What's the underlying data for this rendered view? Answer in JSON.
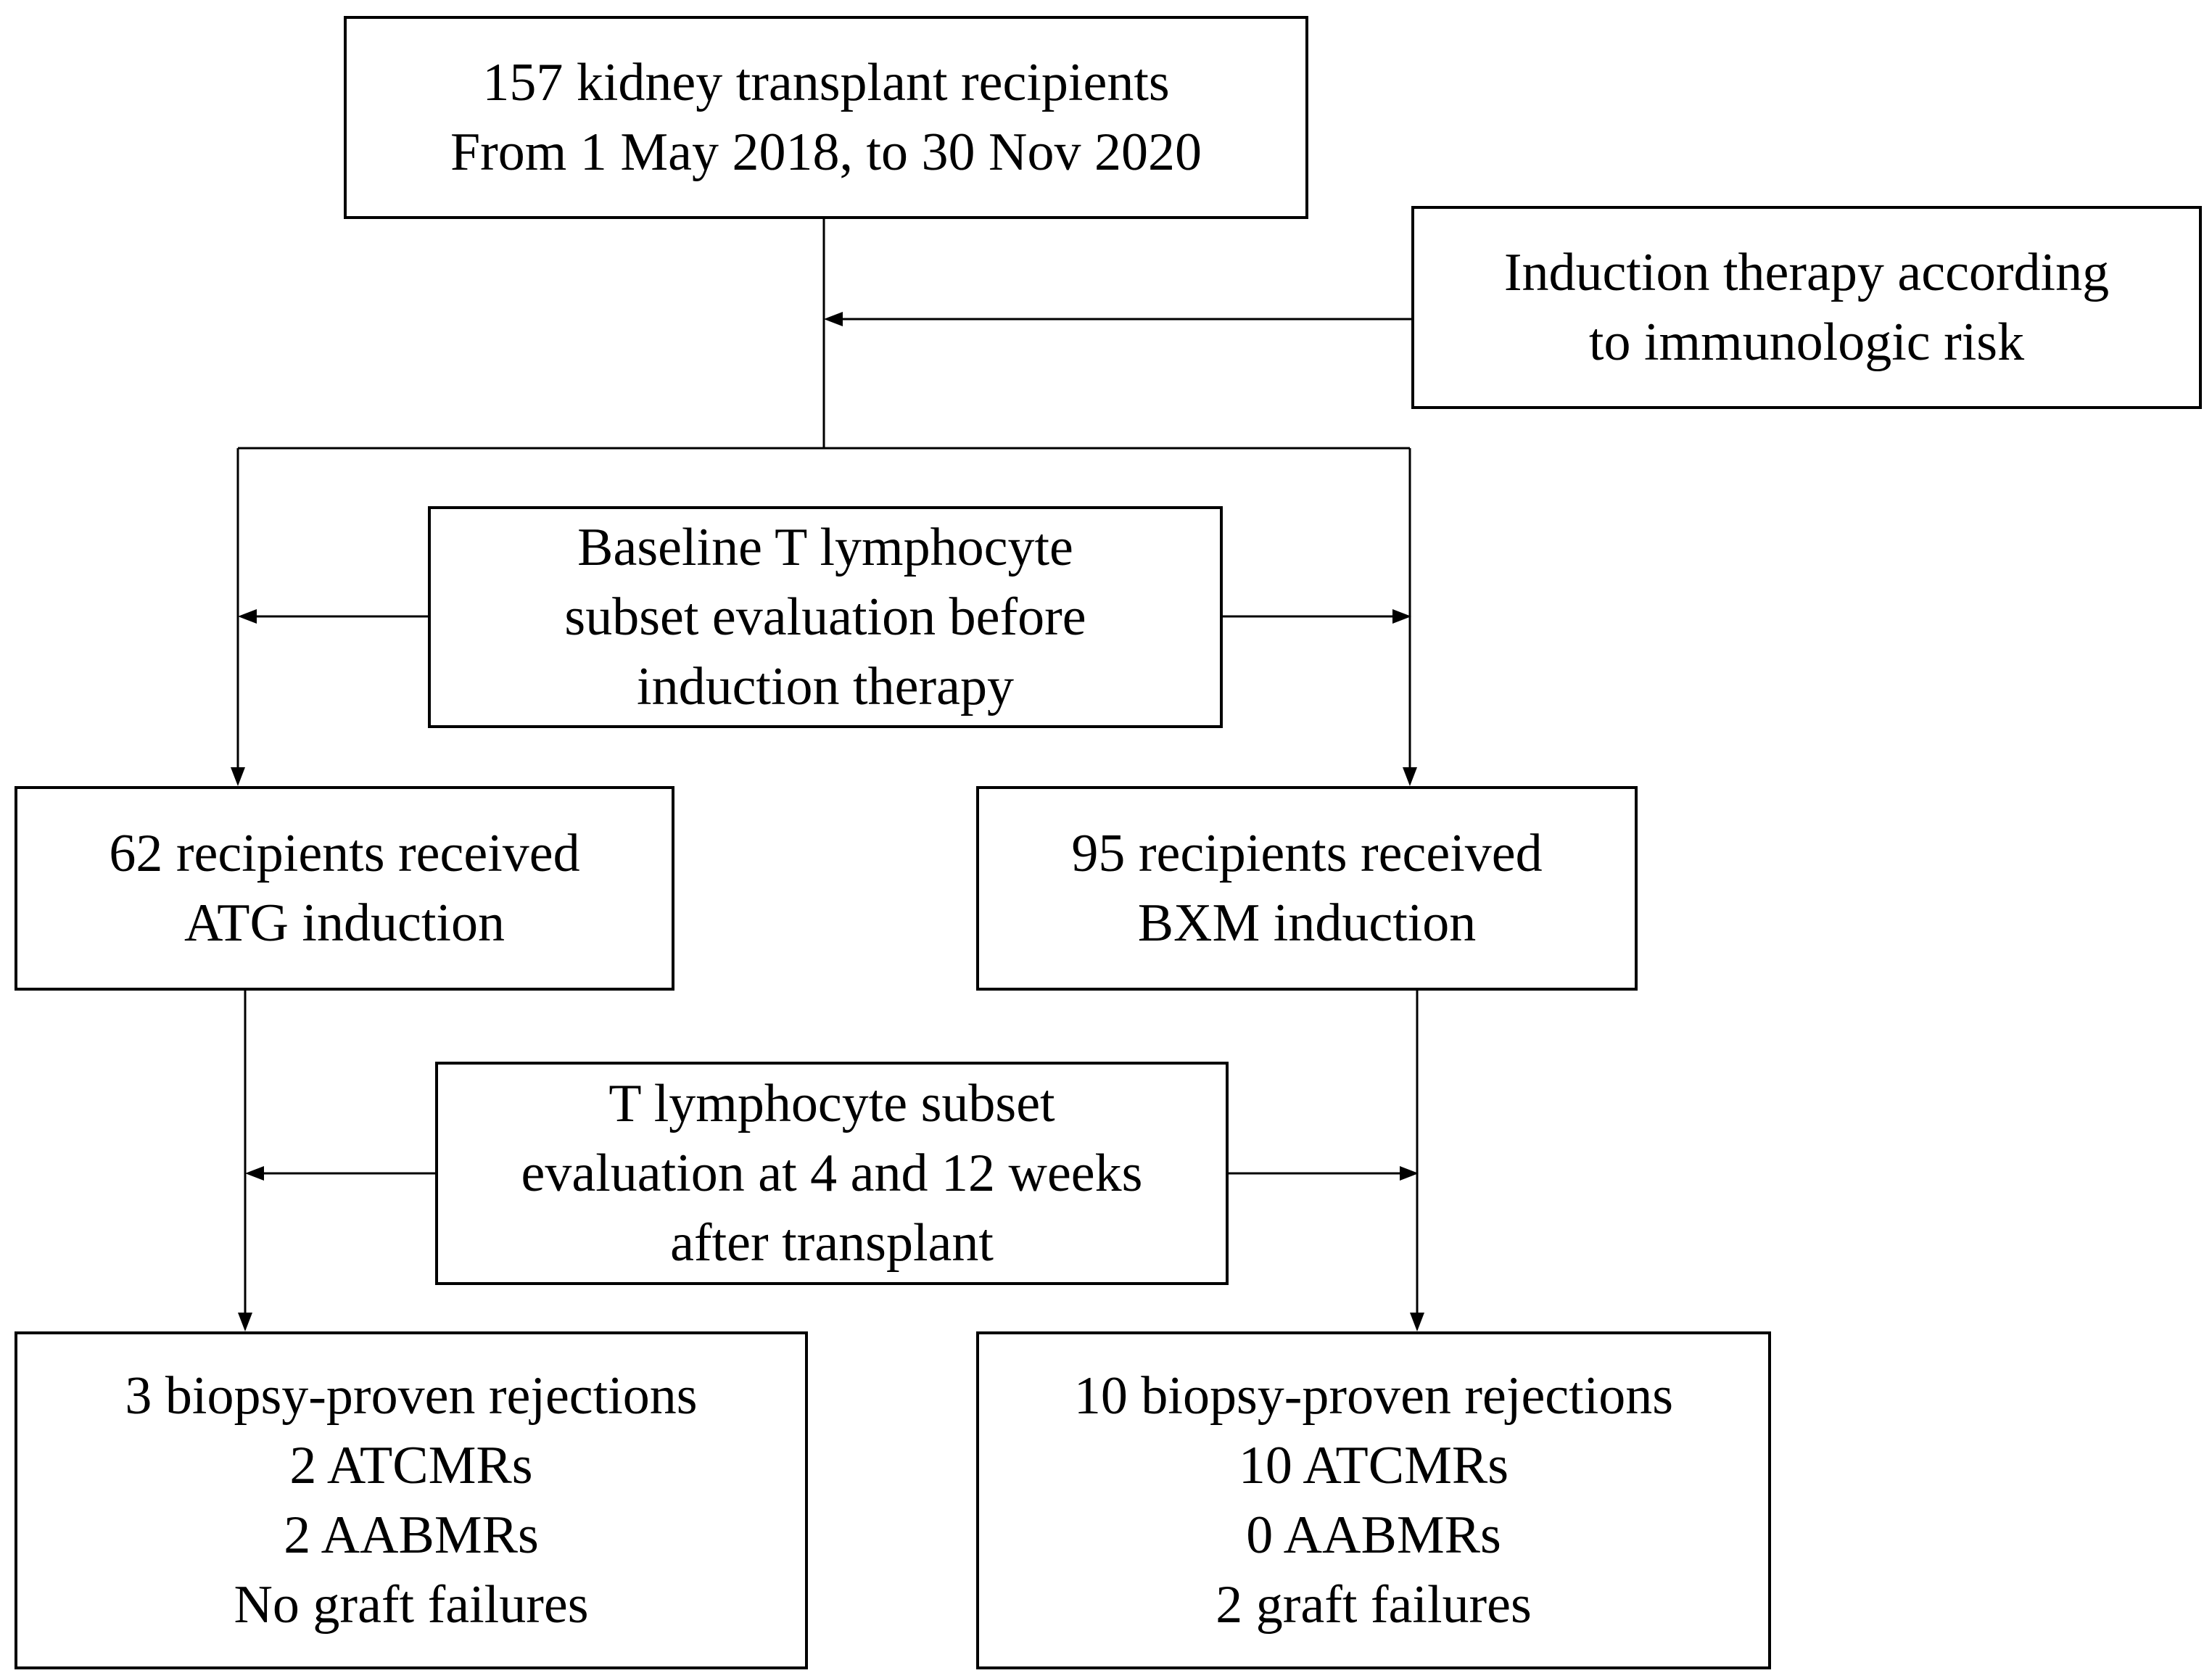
{
  "boxes": {
    "recipients_total": {
      "lines": [
        "157 kidney transplant recipients",
        "From 1 May 2018, to 30 Nov 2020"
      ]
    },
    "induction_risk": {
      "lines": [
        "Induction therapy according",
        "to immunologic risk"
      ]
    },
    "baseline_eval": {
      "lines": [
        "Baseline T lymphocyte",
        "subset evaluation before",
        "induction therapy"
      ]
    },
    "atg_group": {
      "lines": [
        "62 recipients received",
        "ATG induction"
      ]
    },
    "bxm_group": {
      "lines": [
        "95 recipients received",
        "BXM induction"
      ]
    },
    "followup_eval": {
      "lines": [
        "T lymphocyte subset",
        "evaluation at 4 and 12 weeks",
        "after transplant"
      ]
    },
    "atg_outcomes": {
      "lines": [
        "3 biopsy-proven rejections",
        "2 ATCMRs",
        "2 AABMRs",
        "No graft failures"
      ]
    },
    "bxm_outcomes": {
      "lines": [
        "10 biopsy-proven rejections",
        "10 ATCMRs",
        "0 AABMRs",
        "2 graft failures"
      ]
    }
  },
  "colors": {
    "stroke": "#000000",
    "background": "#ffffff"
  }
}
